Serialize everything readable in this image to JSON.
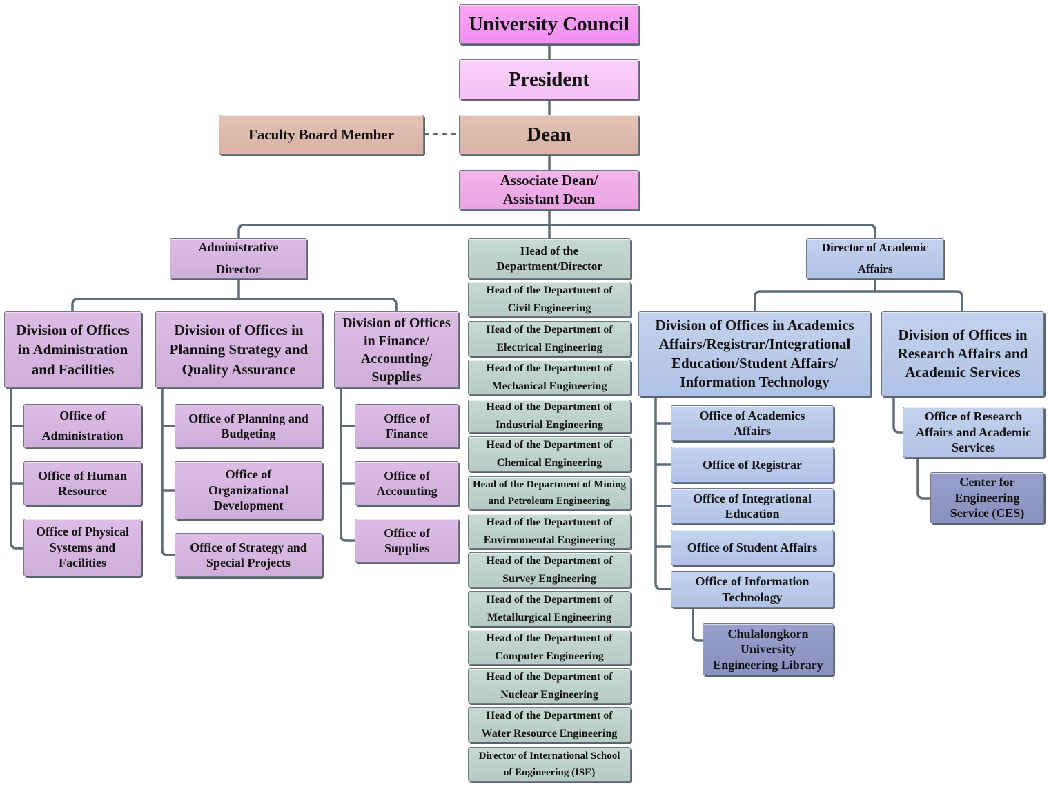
{
  "top": {
    "council": "University Council",
    "president": "President",
    "dean": "Dean",
    "faculty_board": "Faculty Board Member",
    "associate_dean": "Associate Dean/\nAssistant Dean"
  },
  "admin": {
    "director": "Administrative\nDirector",
    "divisions": [
      {
        "name": "Division of Offices\nin Administration\nand Facilities",
        "offices": [
          "Office of\nAdministration",
          "Office of Human\nResource",
          "Office of Physical\nSystems and\nFacilities"
        ]
      },
      {
        "name": "Division of Offices in\nPlanning Strategy and\nQuality Assurance",
        "offices": [
          "Office of Planning and\nBudgeting",
          "Office of\nOrganizational\nDevelopment",
          "Office of Strategy and\nSpecial Projects"
        ]
      },
      {
        "name": "Division of Offices\nin Finance/\nAccounting/\nSupplies",
        "offices": [
          "Office of\nFinance",
          "Office of\nAccounting",
          "Office of\nSupplies"
        ]
      }
    ]
  },
  "departments": {
    "head": "Head of the\nDepartment/Director",
    "items": [
      "Head of the Department of\nCivil Engineering",
      "Head of the Department of\nElectrical Engineering",
      "Head of the Department of\nMechanical Engineering",
      "Head of the Department of\nIndustrial Engineering",
      "Head of the Department of\nChemical Engineering",
      "Head of the Department of Mining\nand Petroleum Engineering",
      "Head of the Department of\nEnvironmental Engineering",
      "Head of the Department of\nSurvey Engineering",
      "Head of the Department of\nMetallurgical Engineering",
      "Head of the Department of\nComputer Engineering",
      "Head of the Department of\nNuclear Engineering",
      "Head of the Department of\nWater Resource Engineering",
      "Director of International School\nof Engineering (ISE)"
    ]
  },
  "academic": {
    "director": "Director of Academic\nAffairs",
    "division_academics": {
      "name": "Division of Offices in Academics\nAffairs/Registrar/Integrational\nEducation/Student Affairs/\nInformation Technology",
      "offices": [
        "Office of Academics\nAffairs",
        "Office of Registrar",
        "Office of Integrational\nEducation",
        "Office of Student Affairs",
        "Office of Information\nTechnology"
      ],
      "library": "Chulalongkorn\nUniversity\nEngineering Library"
    },
    "division_research": {
      "name": "Division of Offices in\nResearch Affairs and\nAcademic Services",
      "office": "Office of Research\nAffairs and Academic\nServices",
      "center": "Center for\nEngineering\nService  (CES)"
    }
  },
  "colors": {
    "line": "#5f6b76",
    "council": "#f39af3",
    "president": "#f8c8f8",
    "dean": "#ddbaad",
    "associate": "#eeaae6",
    "admin": "#d6b6e0",
    "department": "#bfd2cc",
    "academic": "#bacaea",
    "leaf": "#9398c6"
  }
}
